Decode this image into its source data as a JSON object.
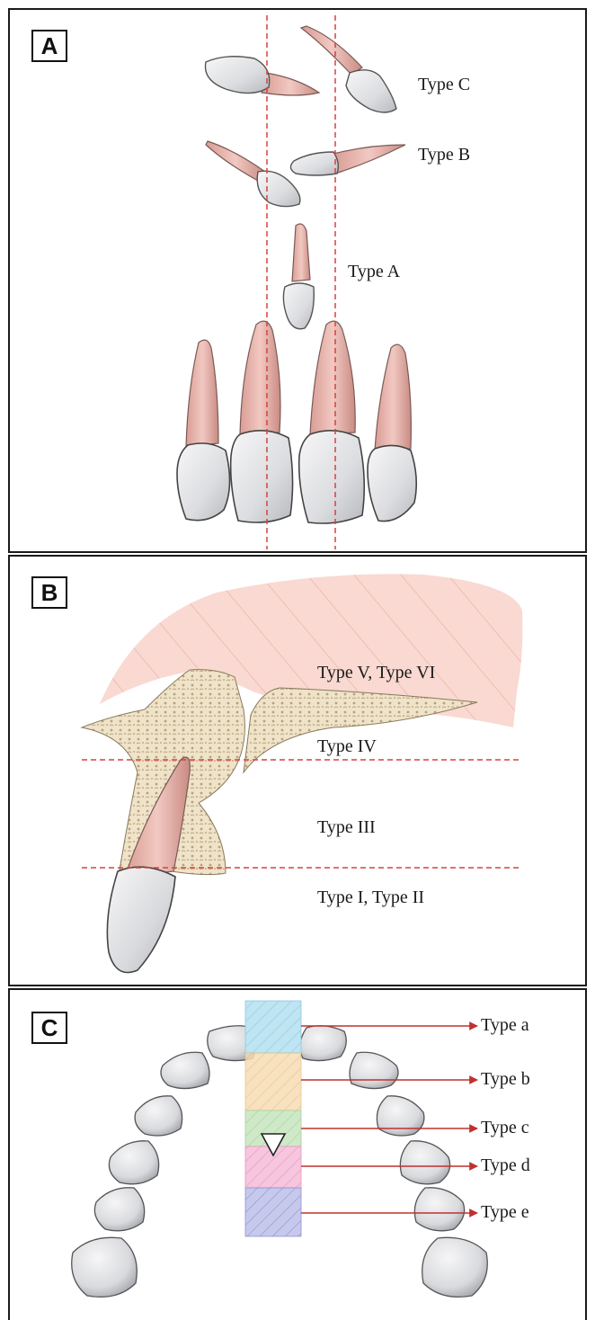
{
  "panels": [
    {
      "letter": "A",
      "labels": [
        "Type C",
        "Type B",
        "Type A"
      ]
    },
    {
      "letter": "B",
      "labels": [
        "Type V, Type VI",
        "Type IV",
        "Type III",
        "Type I, Type II"
      ]
    },
    {
      "letter": "C",
      "labels": [
        "Type a",
        "Type b",
        "Type c",
        "Type d",
        "Type e"
      ]
    }
  ],
  "colors": {
    "border": "#1a1a1a",
    "root": "#e8b7b0",
    "crown": "#e6e7ea",
    "bone": "#efe3c9",
    "soft_tissue": "#f8d8d0",
    "dashed_line": "#d8413f",
    "arrow": "#c0312e",
    "zone_a": "#bfe4f2",
    "zone_b": "#f6dcb3",
    "zone_c": "#cfe9c8",
    "zone_d": "#f6c6de",
    "zone_e": "#c7c9ec"
  },
  "icons": [
    "canine-tooth-icon",
    "incisor-tooth-icon",
    "maxillary-arch-icon",
    "triangle-marker-icon"
  ]
}
